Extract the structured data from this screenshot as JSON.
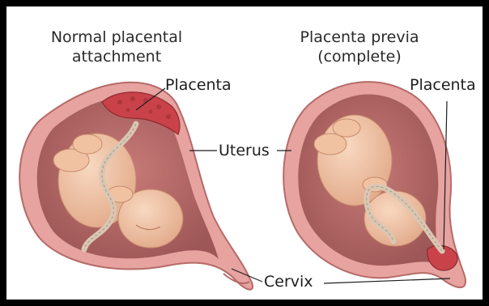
{
  "panels": {
    "normal": {
      "title_line1": "Normal placental",
      "title_line2": "attachment",
      "placenta_label": "Placenta"
    },
    "previa": {
      "title_line1": "Placenta previa",
      "title_line2": "(complete)",
      "placenta_label": "Placenta"
    }
  },
  "shared_labels": {
    "uterus": "Uterus",
    "cervix": "Cervix"
  },
  "colors": {
    "border": "#000000",
    "background": "#ffffff",
    "uterus_wall": "#d98a8a",
    "uterus_inner": "#b86a6a",
    "placenta": "#c9424a",
    "skin": "#f2c6a8",
    "cord": "#d9c7b4"
  }
}
